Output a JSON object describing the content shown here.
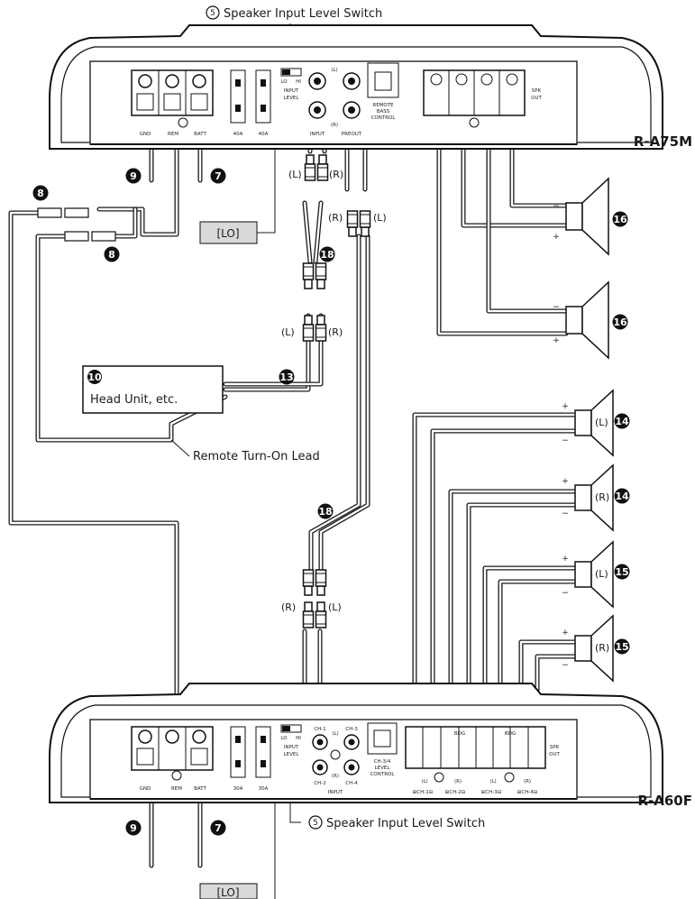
{
  "top_amp": {
    "model": "R-A75M",
    "labels": {
      "gnd": "GND",
      "rem": "REM",
      "batt": "BATT",
      "fuse1": "40A",
      "fuse2": "40A",
      "input_level": "INPUT LEVEL",
      "lo": "LO",
      "hi": "HI",
      "l": "(L)",
      "r": "(R)",
      "input": "INPUT",
      "preout": "PREOUT",
      "remote_bass": "REMOTE BASS CONTROL",
      "spk_out": "SPK OUT"
    }
  },
  "bottom_amp": {
    "model": "R-A60F",
    "labels": {
      "gnd": "GND",
      "rem": "REM",
      "batt": "BATT",
      "fuse1": "30A",
      "fuse2": "30A",
      "input_level": "INPUT LEVEL",
      "lo": "LO",
      "hi": "HI",
      "ch1": "CH-1",
      "ch2": "CH-2",
      "ch3": "CH-3",
      "ch4": "CH-4",
      "l": "(L)",
      "r": "(R)",
      "input": "INPUT",
      "level_control": "CH-3/4 LEVEL CONTROL",
      "spk_out": "SPK OUT",
      "ch1_lbl": "⊞CH-1⊟",
      "ch2_lbl": "⊞CH-2⊟",
      "ch3_lbl": "⊞CH-3⊟",
      "ch4_lbl": "⊞CH-4⊟",
      "bdg1": "BDG",
      "bdg2": "BDG"
    }
  },
  "callouts": {
    "n5": "5",
    "n7": "7",
    "n8": "8",
    "n9": "9",
    "n10": "10",
    "n13": "13",
    "n14": "14",
    "n15": "15",
    "n16": "16",
    "n18": "18",
    "speaker_switch": "Speaker Input Level Switch",
    "remote_lead": "Remote Turn-On Lead",
    "head_unit": "Head Unit, etc.",
    "lo_box": "[LO]"
  },
  "plug_labels": {
    "l": "(L)",
    "r": "(R)"
  },
  "speaker_labels": {
    "l": "(L)",
    "r": "(R)",
    "plus": "+",
    "minus": "−"
  }
}
